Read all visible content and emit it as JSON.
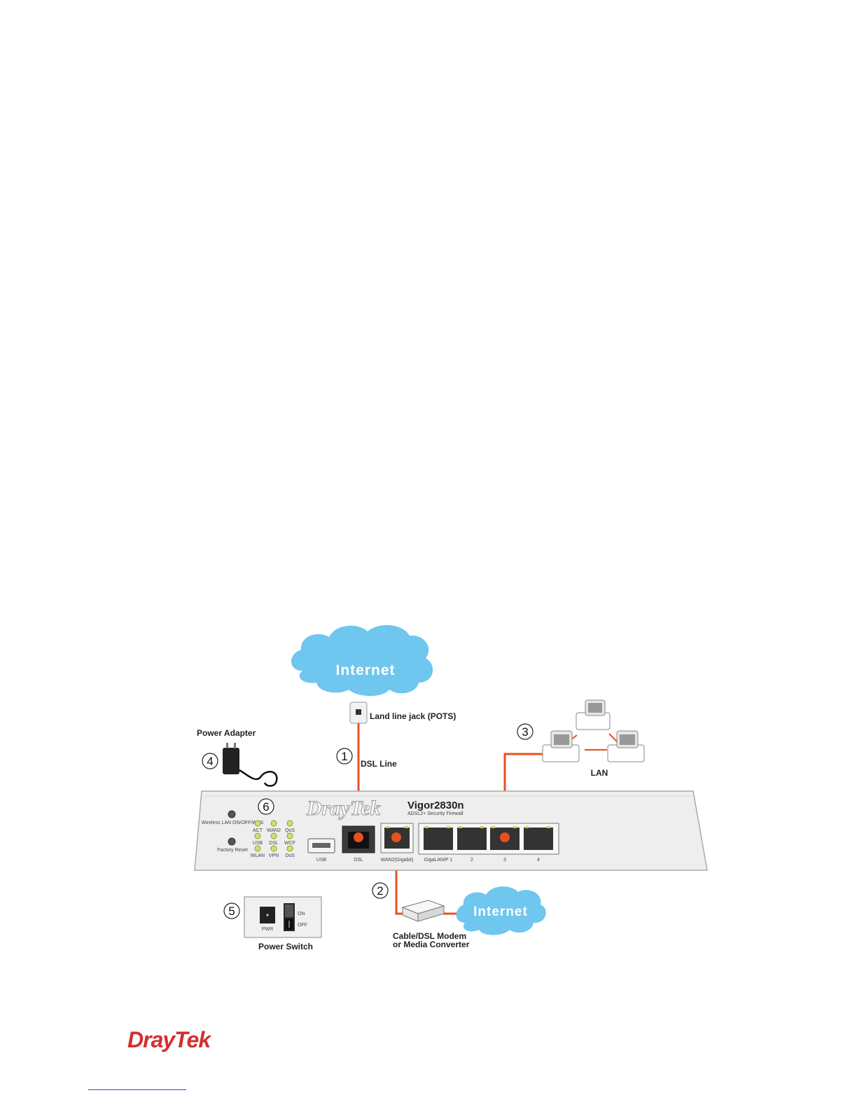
{
  "diagram": {
    "internet_top": "Internet",
    "internet_bottom": "Internet",
    "land_line_jack": "Land line jack (POTS)",
    "dsl_line": "DSL Line",
    "power_adapter": "Power Adapter",
    "lan": "LAN",
    "power_switch": "Power Switch",
    "modem_line1": "Cable/DSL Modem",
    "modem_line2": "or Media Converter",
    "callouts": [
      "1",
      "2",
      "3",
      "4",
      "5",
      "6"
    ],
    "router": {
      "brand": "DrayTek",
      "model": "Vigor2830n",
      "subtitle": "ADSL2+ Security Firewall",
      "wlan_button": "Wireless LAN ON/OFF/WPS",
      "factory_reset": "Factory Reset",
      "led_labels": [
        "ACT",
        "WAN2",
        "QoS",
        "USB",
        "DSL",
        "WCF",
        "WLAN",
        "VPN",
        "DoS"
      ],
      "port_labels": {
        "usb": "USB",
        "dsl": "DSL",
        "wan2": "WAN2(Gigabit)",
        "lan1": "GigaLAN/P 1",
        "lan2": "2",
        "lan3": "3",
        "lan4": "4"
      }
    },
    "switch_panel": {
      "pwr": "PWR",
      "on": "ON",
      "off": "OFF"
    },
    "colors": {
      "cable": "#e8501e",
      "cloud": "#6fc6ef",
      "logo": "#d32f2f"
    }
  },
  "footer": {
    "logo": "DrayTek"
  }
}
